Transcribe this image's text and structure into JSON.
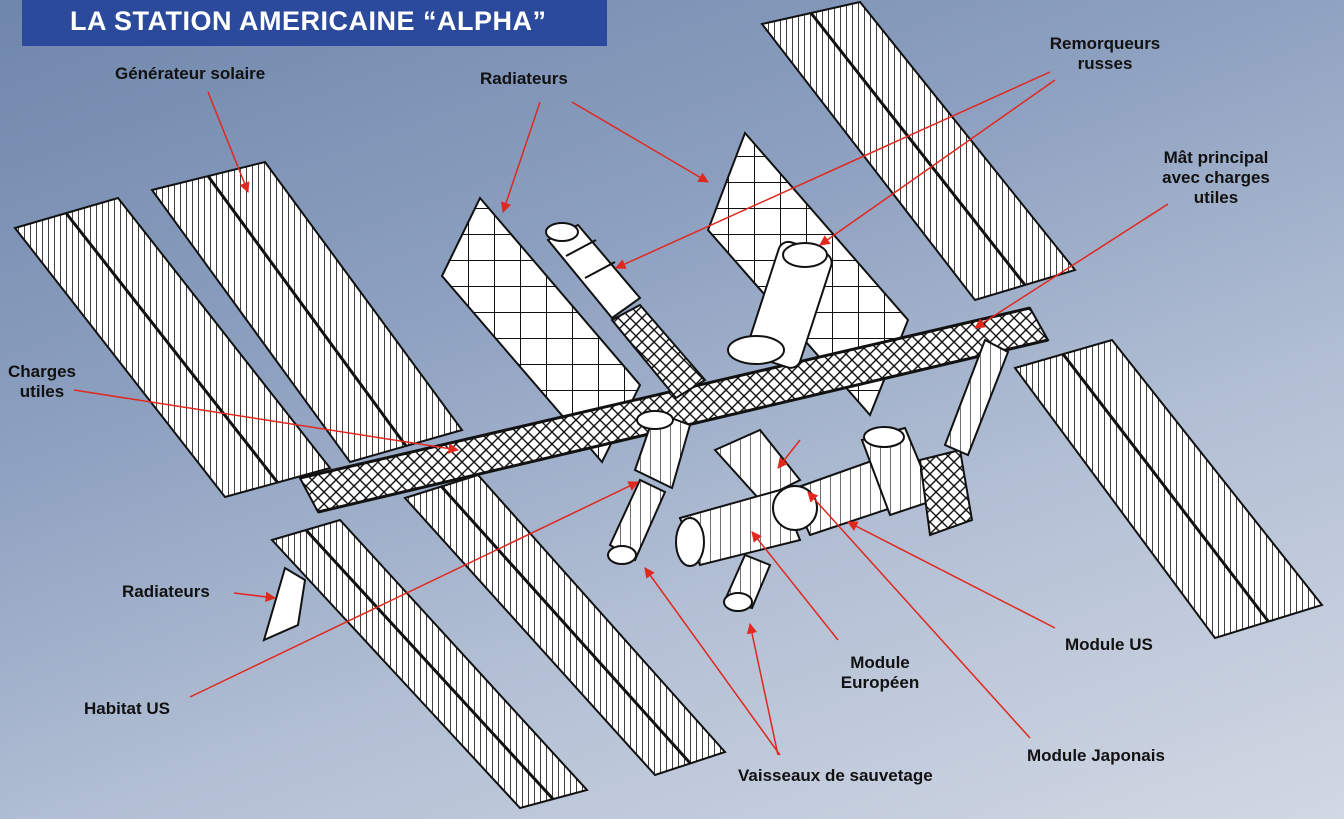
{
  "title": "LA STATION AMERICAINE “ALPHA”",
  "labels": {
    "generateur_solaire": "Générateur solaire",
    "radiateurs_top": "Radiateurs",
    "remorqueurs": [
      "Remorqueurs",
      "russes"
    ],
    "mat_principal": [
      "Mât principal",
      "avec charges",
      "utiles"
    ],
    "charges_utiles": [
      "Charges",
      "utiles"
    ],
    "radiateurs_left": "Radiateurs",
    "habitat_us": "Habitat US",
    "module_us": "Module US",
    "module_europeen": [
      "Module",
      "Européen"
    ],
    "module_japonais": "Module Japonais",
    "vaisseaux": "Vaisseaux de sauvetage"
  },
  "colors": {
    "title_bg": "#2c4a9b",
    "title_text": "#ffffff",
    "arrow": "#e0281e",
    "structure_fill": "#ffffff",
    "structure_line": "#111111"
  }
}
